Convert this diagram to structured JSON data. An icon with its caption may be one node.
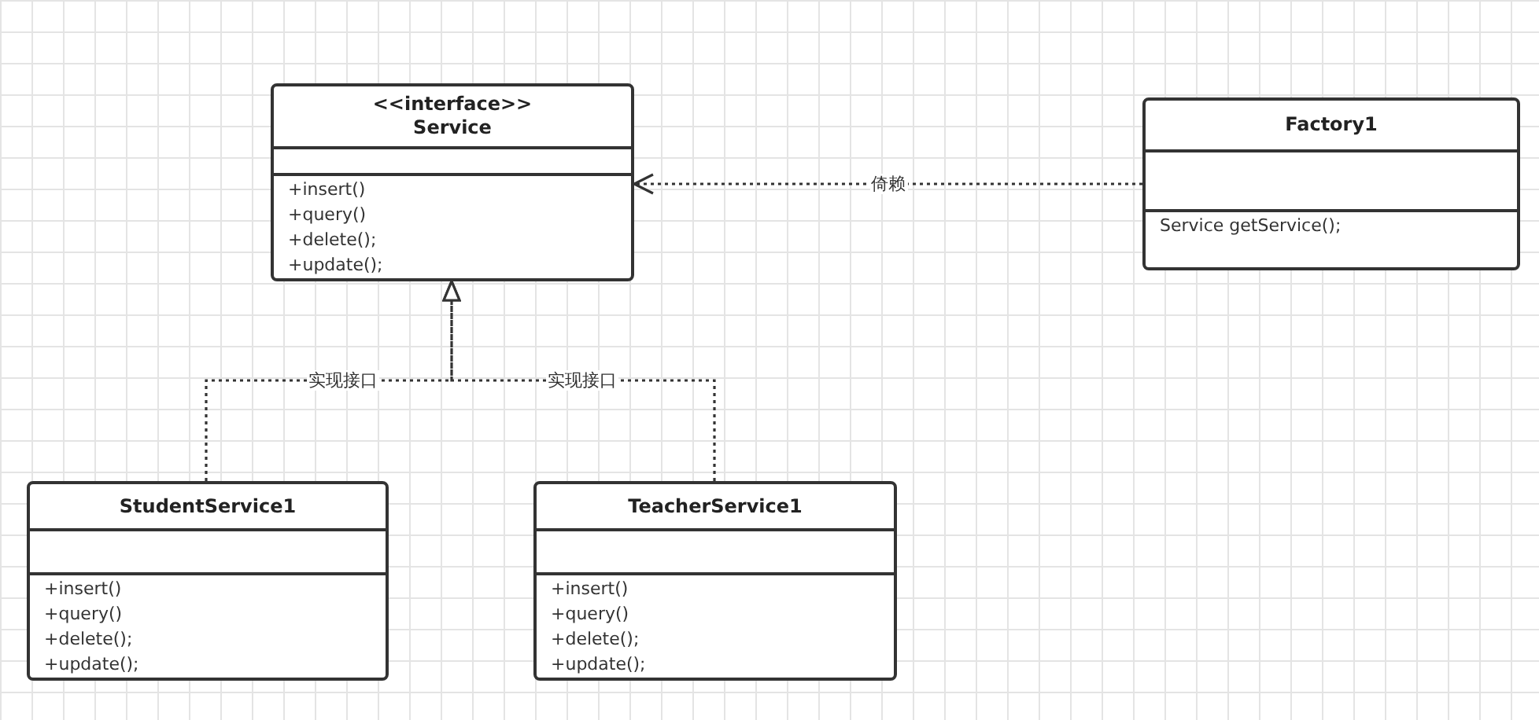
{
  "diagram": {
    "nodes": [
      {
        "text": [
          "<<interface>>",
          "Service",
          "+insert()",
          "+query()",
          "+delete();",
          "+update();"
        ]
      },
      {
        "text": [
          "Factory1",
          "Service getService();"
        ]
      },
      {
        "text": [
          "StudentService1",
          "+insert()",
          "+query()",
          "+delete();",
          "+update();"
        ]
      },
      {
        "text": [
          "TeacherService1",
          "+insert()",
          "+query()",
          "+delete();",
          "+update();"
        ]
      }
    ],
    "edges": [
      {
        "from": 1,
        "to": 0,
        "arrow": "to",
        "label": "倚赖",
        "style": "dashed"
      },
      {
        "from": 2,
        "to": 0,
        "arrow": "to",
        "label": "实现接口",
        "style": "dashed"
      },
      {
        "from": 3,
        "to": 0,
        "arrow": "to",
        "label": "实现接口",
        "style": "dashed"
      }
    ]
  }
}
